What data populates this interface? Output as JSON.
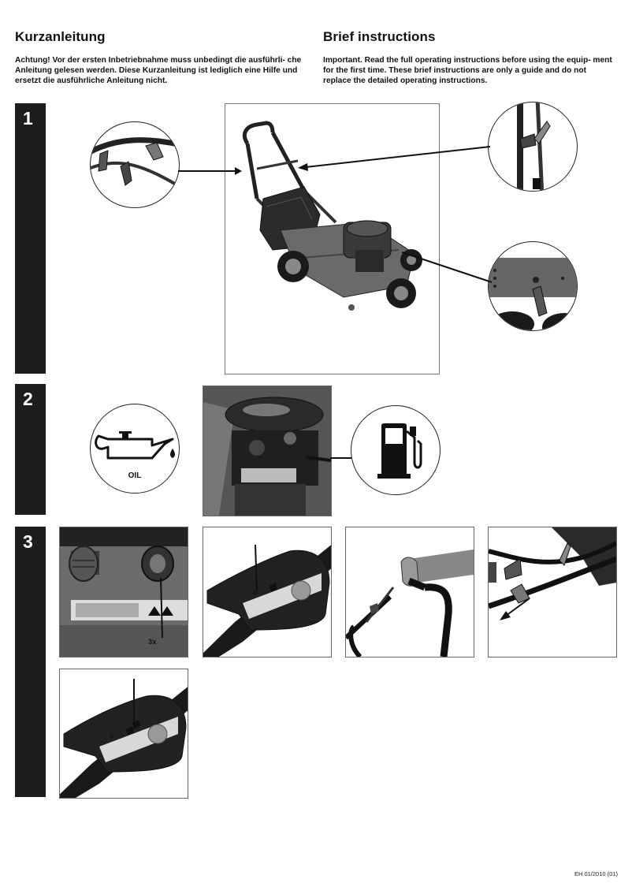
{
  "left": {
    "title": "Kurzanleitung",
    "intro": "Achtung! Vor der ersten Inbetriebnahme muss unbedingt die ausführli- che Anleitung gelesen werden. Diese Kurzanleitung ist lediglich eine Hilfe und ersetzt die ausführliche Anleitung nicht."
  },
  "right": {
    "title": "Brief instructions",
    "intro": "Important. Read the full operating instructions before using the equip- ment for the first time. These brief instructions are only a guide and do not replace the detailed operating instructions."
  },
  "steps": [
    {
      "number": "1"
    },
    {
      "number": "2",
      "oil_label": "OIL"
    },
    {
      "number": "3",
      "count_label": "3x"
    }
  ],
  "icons": [
    "oil-can-icon",
    "fuel-pump-icon",
    "snowflake-icon",
    "choke-icon",
    "arrow-icon"
  ],
  "colors": {
    "step_bar": "#1d1d1d",
    "frame_border": "#777777"
  },
  "footer": "EH 01/2010 (01)"
}
